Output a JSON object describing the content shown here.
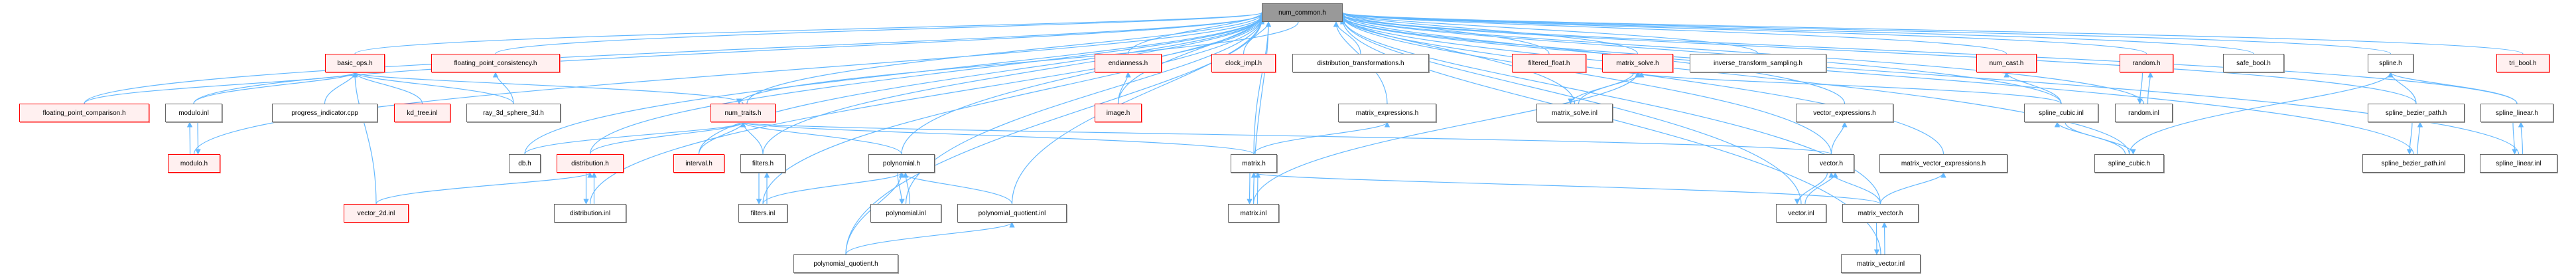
{
  "colors": {
    "edge": "#63b8ff",
    "root_fill": "#999999",
    "red_border": "#ff0000",
    "red_fill": "#fff0f0",
    "plain_border": "#666666"
  },
  "nodes": [
    {
      "id": "num_common",
      "label": "num_common.h",
      "style": "root"
    },
    {
      "id": "basic_ops",
      "label": "basic_ops.h",
      "style": "red"
    },
    {
      "id": "fp_consistency",
      "label": "floating_point_consistency.h",
      "style": "red"
    },
    {
      "id": "fp_comparison",
      "label": "floating_point_comparison.h",
      "style": "red"
    },
    {
      "id": "modulo_inl",
      "label": "modulo.inl",
      "style": "plain"
    },
    {
      "id": "progress",
      "label": "progress_indicator.cpp",
      "style": "plain"
    },
    {
      "id": "kd_tree",
      "label": "kd_tree.inl",
      "style": "red"
    },
    {
      "id": "ray",
      "label": "ray_3d_sphere_3d.h",
      "style": "plain"
    },
    {
      "id": "modulo_h",
      "label": "modulo.h",
      "style": "red"
    },
    {
      "id": "db",
      "label": "db.h",
      "style": "plain"
    },
    {
      "id": "distribution_h",
      "label": "distribution.h",
      "style": "red"
    },
    {
      "id": "vector_2d",
      "label": "vector_2d.inl",
      "style": "red"
    },
    {
      "id": "distribution_inl",
      "label": "distribution.inl",
      "style": "plain"
    },
    {
      "id": "num_traits",
      "label": "num_traits.h",
      "style": "red"
    },
    {
      "id": "interval",
      "label": "interval.h",
      "style": "red"
    },
    {
      "id": "filters_h",
      "label": "filters.h",
      "style": "plain"
    },
    {
      "id": "filters_inl",
      "label": "filters.inl",
      "style": "plain"
    },
    {
      "id": "polynomial_h",
      "label": "polynomial.h",
      "style": "plain"
    },
    {
      "id": "polynomial_inl",
      "label": "polynomial.inl",
      "style": "plain"
    },
    {
      "id": "pq_inl",
      "label": "polynomial_quotient.inl",
      "style": "plain"
    },
    {
      "id": "pq_h",
      "label": "polynomial_quotient.h",
      "style": "plain"
    },
    {
      "id": "endianness",
      "label": "endianness.h",
      "style": "red"
    },
    {
      "id": "image",
      "label": "image.h",
      "style": "red"
    },
    {
      "id": "clock_impl",
      "label": "clock_impl.h",
      "style": "red"
    },
    {
      "id": "dist_trans",
      "label": "distribution_transformations.h",
      "style": "plain"
    },
    {
      "id": "matrix_h",
      "label": "matrix.h",
      "style": "plain"
    },
    {
      "id": "matrix_inl",
      "label": "matrix.inl",
      "style": "plain"
    },
    {
      "id": "matrix_expr",
      "label": "matrix_expressions.h",
      "style": "plain"
    },
    {
      "id": "filtered_float",
      "label": "filtered_float.h",
      "style": "red"
    },
    {
      "id": "matrix_solve_h",
      "label": "matrix_solve.h",
      "style": "red"
    },
    {
      "id": "matrix_solve_inl",
      "label": "matrix_solve.inl",
      "style": "plain"
    },
    {
      "id": "its",
      "label": "inverse_transform_sampling.h",
      "style": "plain"
    },
    {
      "id": "vector_expr",
      "label": "vector_expressions.h",
      "style": "plain"
    },
    {
      "id": "vector_h",
      "label": "vector.h",
      "style": "plain"
    },
    {
      "id": "vector_inl",
      "label": "vector.inl",
      "style": "plain"
    },
    {
      "id": "mv_expr",
      "label": "matrix_vector_expressions.h",
      "style": "plain"
    },
    {
      "id": "mv_h",
      "label": "matrix_vector.h",
      "style": "plain"
    },
    {
      "id": "mv_inl",
      "label": "matrix_vector.inl",
      "style": "plain"
    },
    {
      "id": "num_cast",
      "label": "num_cast.h",
      "style": "red"
    },
    {
      "id": "random_h",
      "label": "random.h",
      "style": "red"
    },
    {
      "id": "random_inl",
      "label": "random.inl",
      "style": "plain"
    },
    {
      "id": "safe_bool",
      "label": "safe_bool.h",
      "style": "plain"
    },
    {
      "id": "spline_h",
      "label": "spline.h",
      "style": "plain"
    },
    {
      "id": "tri_bool",
      "label": "tri_bool.h",
      "style": "red"
    },
    {
      "id": "spline_cubic_inl",
      "label": "spline_cubic.inl",
      "style": "plain"
    },
    {
      "id": "spline_cubic_h",
      "label": "spline_cubic.h",
      "style": "plain"
    },
    {
      "id": "sbp_h",
      "label": "spline_bezier_path.h",
      "style": "plain"
    },
    {
      "id": "sbp_inl",
      "label": "spline_bezier_path.inl",
      "style": "plain"
    },
    {
      "id": "spline_linear_h",
      "label": "spline_linear.h",
      "style": "plain"
    },
    {
      "id": "spline_linear_inl",
      "label": "spline_linear.inl",
      "style": "plain"
    }
  ],
  "edges": [
    [
      "basic_ops",
      "num_common"
    ],
    [
      "fp_consistency",
      "num_common"
    ],
    [
      "fp_comparison",
      "num_common"
    ],
    [
      "fp_comparison",
      "basic_ops"
    ],
    [
      "modulo_inl",
      "num_common"
    ],
    [
      "modulo_inl",
      "basic_ops"
    ],
    [
      "modulo_inl",
      "modulo_h"
    ],
    [
      "modulo_h",
      "modulo_inl"
    ],
    [
      "modulo_h",
      "num_common"
    ],
    [
      "progress",
      "basic_ops"
    ],
    [
      "kd_tree",
      "basic_ops"
    ],
    [
      "ray",
      "basic_ops"
    ],
    [
      "ray",
      "fp_consistency"
    ],
    [
      "vector_2d",
      "basic_ops"
    ],
    [
      "vector_2d",
      "distribution_h"
    ],
    [
      "num_traits",
      "basic_ops"
    ],
    [
      "num_traits",
      "num_common"
    ],
    [
      "num_common",
      "num_traits"
    ],
    [
      "db",
      "num_common"
    ],
    [
      "db",
      "num_traits"
    ],
    [
      "distribution_h",
      "num_common"
    ],
    [
      "distribution_h",
      "num_traits"
    ],
    [
      "distribution_h",
      "distribution_inl"
    ],
    [
      "distribution_inl",
      "distribution_h"
    ],
    [
      "distribution_inl",
      "num_common"
    ],
    [
      "interval",
      "num_common"
    ],
    [
      "interval",
      "num_traits"
    ],
    [
      "filters_h",
      "num_traits"
    ],
    [
      "filters_h",
      "num_common"
    ],
    [
      "filters_h",
      "filters_inl"
    ],
    [
      "filters_inl",
      "filters_h"
    ],
    [
      "filters_inl",
      "num_common"
    ],
    [
      "filters_inl",
      "polynomial_h"
    ],
    [
      "polynomial_h",
      "num_traits"
    ],
    [
      "polynomial_h",
      "num_common"
    ],
    [
      "polynomial_h",
      "polynomial_inl"
    ],
    [
      "polynomial_inl",
      "polynomial_h"
    ],
    [
      "polynomial_inl",
      "num_common"
    ],
    [
      "pq_inl",
      "polynomial_h"
    ],
    [
      "pq_inl",
      "num_common"
    ],
    [
      "pq_h",
      "polynomial_h"
    ],
    [
      "pq_h",
      "pq_inl"
    ],
    [
      "pq_h",
      "num_common"
    ],
    [
      "endianness",
      "num_common"
    ],
    [
      "image",
      "endianness"
    ],
    [
      "image",
      "num_common"
    ],
    [
      "clock_impl",
      "num_common"
    ],
    [
      "dist_trans",
      "num_common"
    ],
    [
      "matrix_h",
      "num_traits"
    ],
    [
      "matrix_h",
      "num_common"
    ],
    [
      "matrix_h",
      "matrix_expr"
    ],
    [
      "matrix_h",
      "matrix_inl"
    ],
    [
      "matrix_inl",
      "matrix_h"
    ],
    [
      "matrix_inl",
      "num_common"
    ],
    [
      "matrix_inl",
      "matrix_solve_h"
    ],
    [
      "matrix_expr",
      "num_common"
    ],
    [
      "filtered_float",
      "num_common"
    ],
    [
      "matrix_solve_h",
      "num_common"
    ],
    [
      "its",
      "num_common"
    ],
    [
      "matrix_solve_inl",
      "matrix_solve_h"
    ],
    [
      "matrix_solve_h",
      "matrix_solve_inl"
    ],
    [
      "matrix_solve_inl",
      "num_common"
    ],
    [
      "vector_h",
      "num_traits"
    ],
    [
      "vector_h",
      "num_common"
    ],
    [
      "vector_h",
      "vector_expr"
    ],
    [
      "vector_h",
      "vector_inl"
    ],
    [
      "vector_inl",
      "vector_h"
    ],
    [
      "vector_inl",
      "num_common"
    ],
    [
      "vector_expr",
      "num_common"
    ],
    [
      "mv_expr",
      "num_common"
    ],
    [
      "mv_h",
      "vector_h"
    ],
    [
      "mv_h",
      "mv_expr"
    ],
    [
      "mv_h",
      "matrix_h"
    ],
    [
      "mv_h",
      "num_common"
    ],
    [
      "mv_h",
      "mv_inl"
    ],
    [
      "mv_inl",
      "mv_h"
    ],
    [
      "mv_inl",
      "num_common"
    ],
    [
      "num_cast",
      "num_common"
    ],
    [
      "spline_cubic_inl",
      "num_cast"
    ],
    [
      "spline_cubic_inl",
      "num_common"
    ],
    [
      "spline_cubic_inl",
      "matrix_solve_h"
    ],
    [
      "spline_cubic_h",
      "spline_cubic_inl"
    ],
    [
      "spline_cubic_inl",
      "spline_cubic_h"
    ],
    [
      "spline_cubic_h",
      "spline_h"
    ],
    [
      "spline_cubic_h",
      "num_common"
    ],
    [
      "random_h",
      "num_common"
    ],
    [
      "random_inl",
      "random_h"
    ],
    [
      "random_h",
      "random_inl"
    ],
    [
      "random_inl",
      "num_common"
    ],
    [
      "safe_bool",
      "num_common"
    ],
    [
      "spline_h",
      "num_common"
    ],
    [
      "tri_bool",
      "num_common"
    ],
    [
      "sbp_h",
      "spline_h"
    ],
    [
      "sbp_h",
      "num_common"
    ],
    [
      "sbp_h",
      "sbp_inl"
    ],
    [
      "sbp_inl",
      "sbp_h"
    ],
    [
      "sbp_inl",
      "num_common"
    ],
    [
      "spline_linear_h",
      "spline_h"
    ],
    [
      "spline_linear_h",
      "num_common"
    ],
    [
      "spline_linear_h",
      "spline_linear_inl"
    ],
    [
      "spline_linear_inl",
      "spline_linear_h"
    ],
    [
      "spline_linear_inl",
      "num_common"
    ]
  ]
}
